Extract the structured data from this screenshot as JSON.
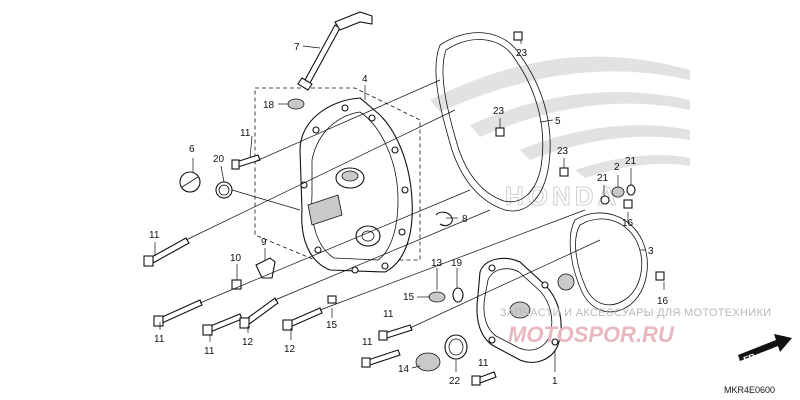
{
  "diagram": {
    "callouts": {
      "p1": "1",
      "p2": "2",
      "p3": "3",
      "p4": "4",
      "p5": "5",
      "p6": "6",
      "p7": "7",
      "p8": "8",
      "p9": "9",
      "p10": "10",
      "p11": "11",
      "p12": "12",
      "p13": "13",
      "p14": "14",
      "p15": "15",
      "p16": "16",
      "p18": "18",
      "p19": "19",
      "p20": "20",
      "p21": "21",
      "p22": "22",
      "p23": "23"
    },
    "diagram_code": "MKR4E0600",
    "direction_label": "FR."
  },
  "watermark": {
    "shop_text": "ЗАПЧАСТИ И АКСЕССУАРЫ ДЛЯ МОТОТЕХНИКИ",
    "site": "MOTOSPOR.RU",
    "brand": "HONDA"
  },
  "colors": {
    "ink": "#111111",
    "watermark_grey": "#b9b9b9",
    "watermark_red": "#e8b7bf"
  }
}
